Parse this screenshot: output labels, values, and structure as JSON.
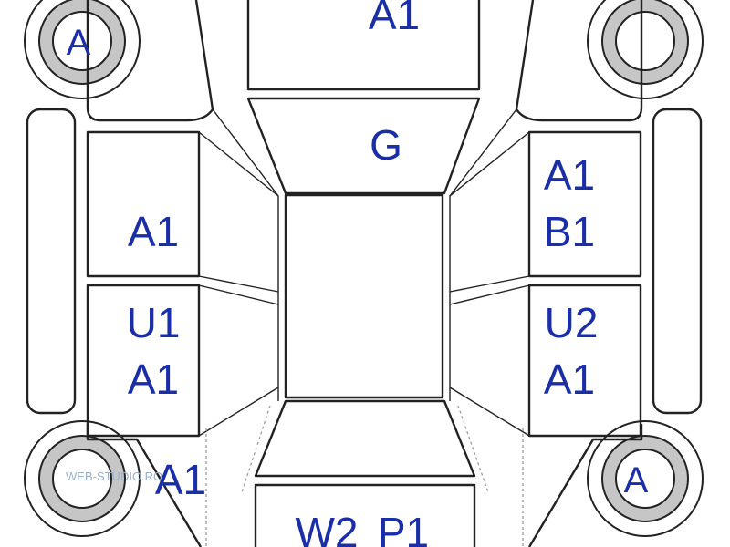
{
  "panels": {
    "front_top": "A1",
    "hood": "G",
    "left_front_door": "A1",
    "left_rear_door_1": "U1",
    "left_rear_door_2": "A1",
    "right_front_door_1": "A1",
    "right_front_door_2": "B1",
    "right_rear_door_1": "U2",
    "right_rear_door_2": "A1",
    "left_rear_quarter": "A1",
    "trunk_1": "W2",
    "trunk_2": "P1"
  },
  "wheels": {
    "front_left": "A",
    "front_right": "",
    "rear_left": "",
    "rear_right": "A"
  },
  "watermark": "WEB-STUDIO.RO",
  "colors": {
    "label": "#1a2ea8",
    "tire": "#c6c6c6",
    "line": "#222222"
  }
}
